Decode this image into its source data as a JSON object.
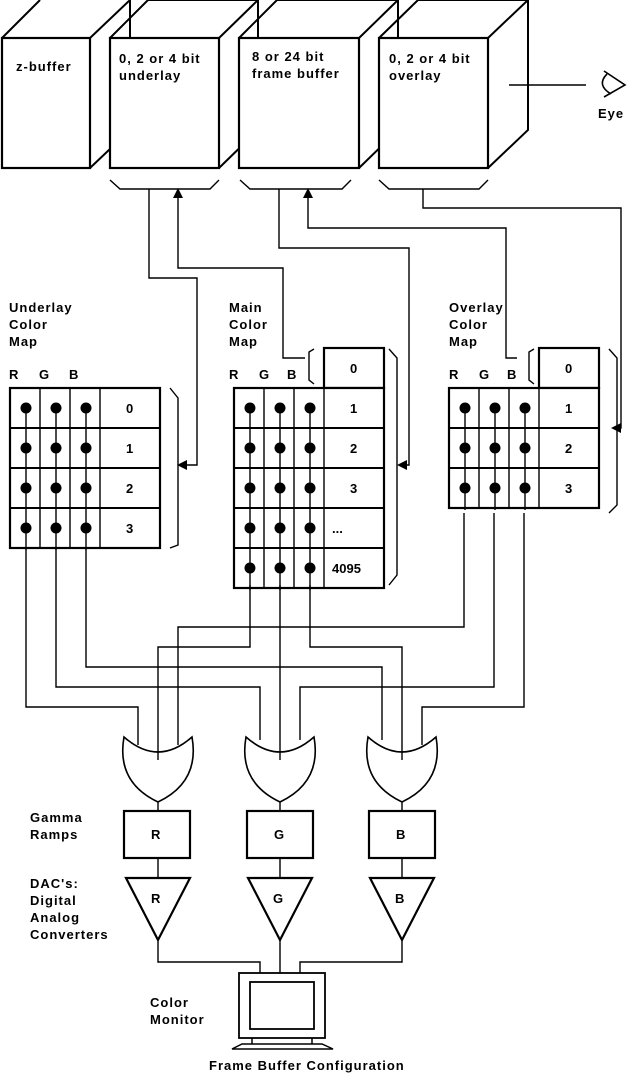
{
  "title": "Frame Buffer Configuration",
  "planes": [
    {
      "id": "zbuffer",
      "lines": [
        "z-buffer"
      ]
    },
    {
      "id": "underlay",
      "lines": [
        "0, 2 or 4 bit",
        "underlay"
      ]
    },
    {
      "id": "framebuffer",
      "lines": [
        "8 or 24 bit",
        "frame buffer"
      ]
    },
    {
      "id": "overlay",
      "lines": [
        "0, 2 or 4 bit",
        "overlay"
      ]
    }
  ],
  "eye_label": "Eye",
  "color_maps": [
    {
      "id": "underlay",
      "lines": [
        "Underlay",
        "Color",
        "Map"
      ],
      "channels": [
        "R",
        "G",
        "B"
      ],
      "entries": [
        "0",
        "1",
        "2",
        "3"
      ]
    },
    {
      "id": "main",
      "lines": [
        "Main",
        "Color",
        "Map"
      ],
      "channels": [
        "R",
        "G",
        "B"
      ],
      "entries": [
        "0",
        "1",
        "2",
        "3",
        "...",
        "4095"
      ]
    },
    {
      "id": "overlay",
      "lines": [
        "Overlay",
        "Color",
        "Map"
      ],
      "channels": [
        "R",
        "G",
        "B"
      ],
      "entries": [
        "0",
        "1",
        "2",
        "3"
      ]
    }
  ],
  "gamma": {
    "lines": [
      "Gamma",
      "Ramps"
    ],
    "channels": [
      "R",
      "G",
      "B"
    ]
  },
  "dac": {
    "lines": [
      "DAC's:",
      "Digital",
      "Analog",
      "Converters"
    ],
    "channels": [
      "R",
      "G",
      "B"
    ]
  },
  "monitor": {
    "lines": [
      "Color",
      "Monitor"
    ]
  }
}
